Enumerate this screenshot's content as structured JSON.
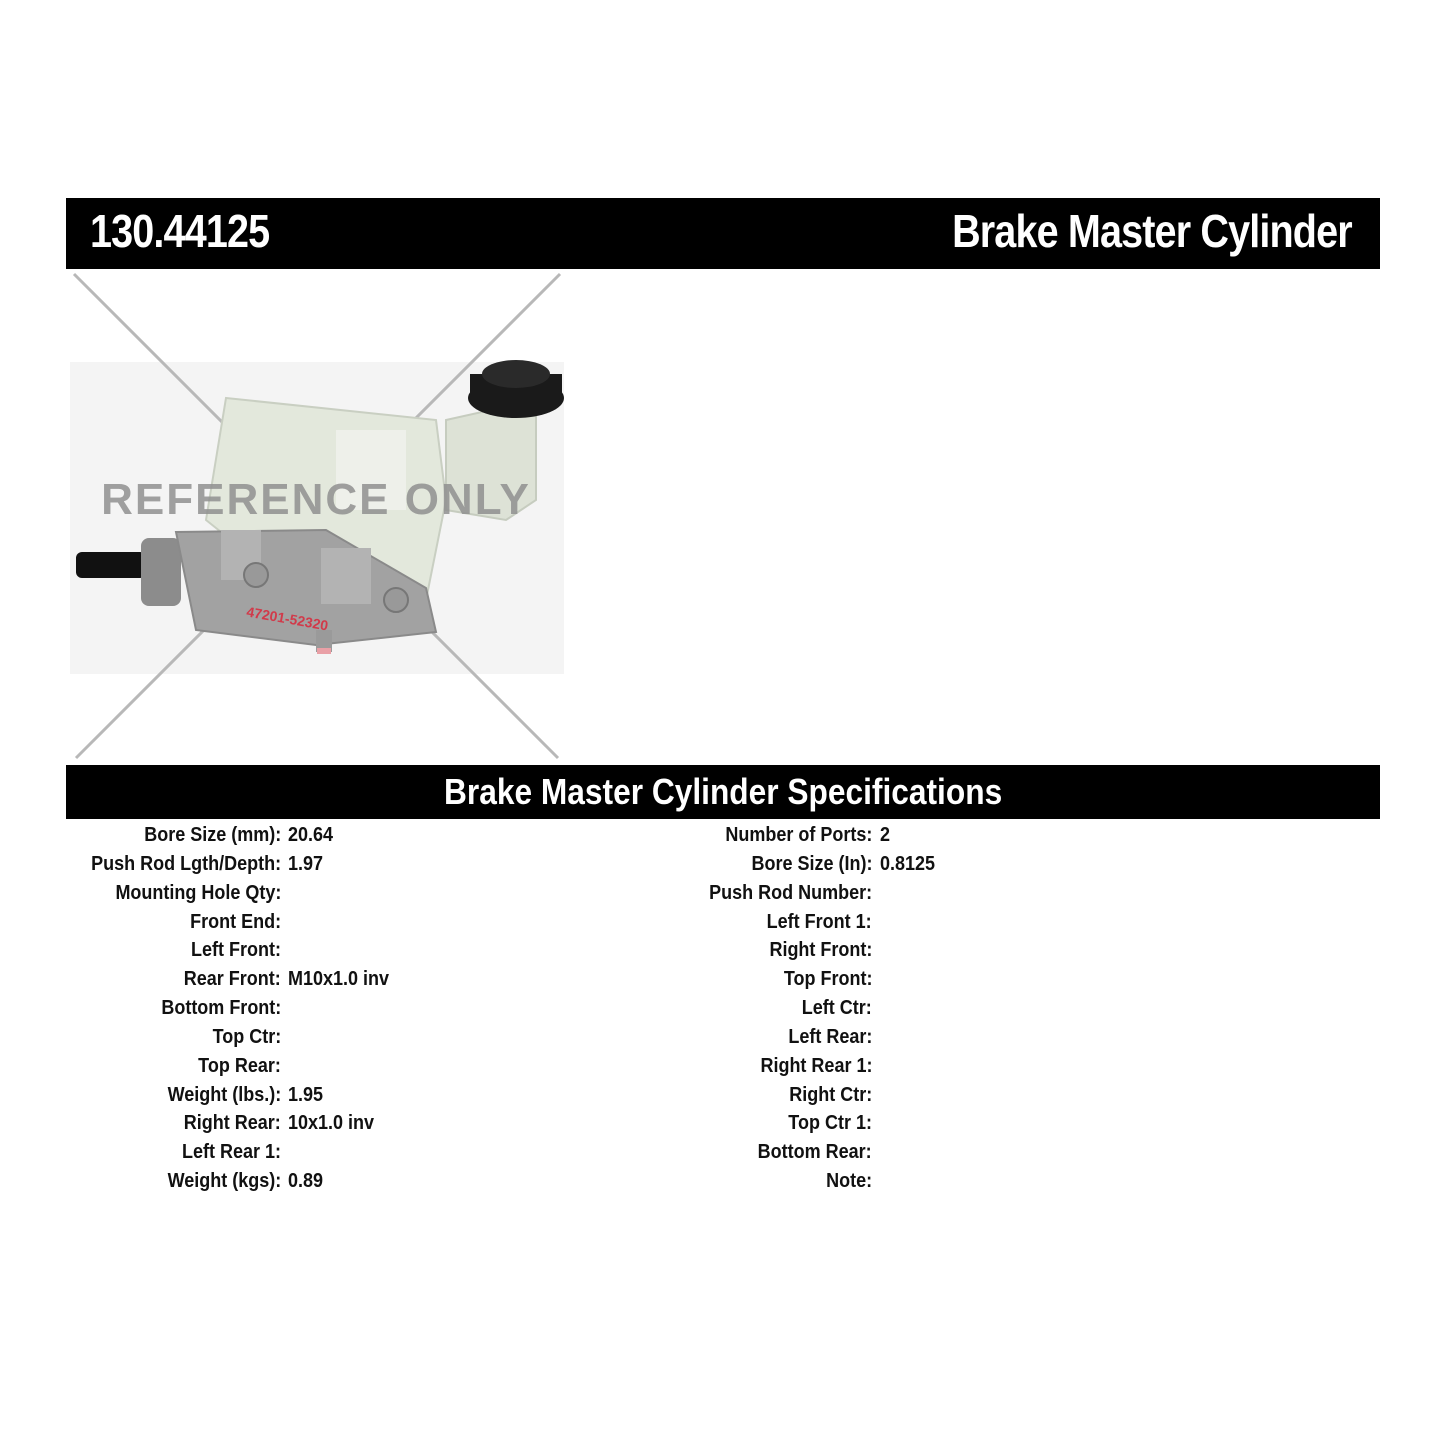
{
  "header": {
    "part_number": "130.44125",
    "product_name": "Brake Master Cylinder"
  },
  "image": {
    "watermark": "REFERENCE ONLY",
    "casting_marking": "47201-52320",
    "description": "brake master cylinder with translucent fluid reservoir and black cap"
  },
  "specifications": {
    "title": "Brake Master Cylinder Specifications",
    "left": [
      {
        "label": "Bore Size (mm):",
        "value": "20.64"
      },
      {
        "label": "Push Rod Lgth/Depth:",
        "value": "1.97"
      },
      {
        "label": "Mounting Hole Qty:",
        "value": ""
      },
      {
        "label": "Front End:",
        "value": ""
      },
      {
        "label": "Left Front:",
        "value": ""
      },
      {
        "label": "Rear Front:",
        "value": "M10x1.0 inv"
      },
      {
        "label": "Bottom Front:",
        "value": ""
      },
      {
        "label": "Top Ctr:",
        "value": ""
      },
      {
        "label": "Top Rear:",
        "value": ""
      },
      {
        "label": "Weight (lbs.):",
        "value": "1.95"
      },
      {
        "label": "Right Rear:",
        "value": "10x1.0 inv"
      },
      {
        "label": "Left Rear 1:",
        "value": ""
      },
      {
        "label": "Weight (kgs):",
        "value": "0.89"
      }
    ],
    "right": [
      {
        "label": "Number of Ports:",
        "value": "2"
      },
      {
        "label": "Bore Size (In):",
        "value": "0.8125"
      },
      {
        "label": "Push Rod Number:",
        "value": ""
      },
      {
        "label": "Left Front 1:",
        "value": ""
      },
      {
        "label": "Right Front:",
        "value": ""
      },
      {
        "label": "Top Front:",
        "value": ""
      },
      {
        "label": "Left Ctr:",
        "value": ""
      },
      {
        "label": "Left Rear:",
        "value": ""
      },
      {
        "label": "Right Rear 1:",
        "value": ""
      },
      {
        "label": "Right Ctr:",
        "value": ""
      },
      {
        "label": "Top Ctr 1:",
        "value": ""
      },
      {
        "label": "Bottom Rear:",
        "value": ""
      },
      {
        "label": "Note:",
        "value": ""
      }
    ]
  }
}
